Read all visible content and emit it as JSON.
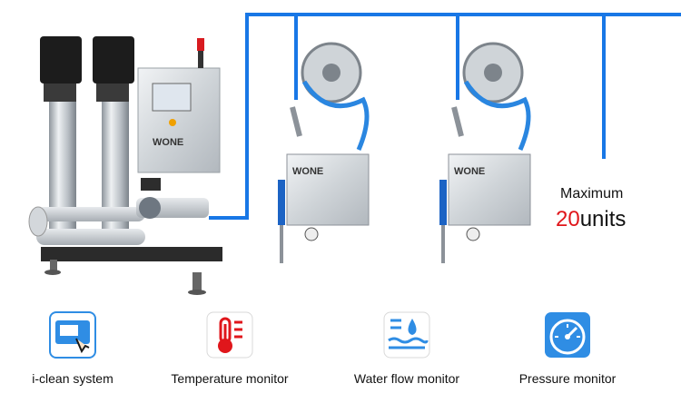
{
  "diagram": {
    "brand": "WONE",
    "max_label": "Maximum",
    "max_value": "20",
    "max_unit": "units",
    "colors": {
      "pipe": "#1877e6",
      "highlight": "#e0161b",
      "steel": "#c9ced3"
    }
  },
  "features": [
    {
      "label": "i-clean system",
      "icon": "touch-panel-icon"
    },
    {
      "label": "Temperature monitor",
      "icon": "thermometer-icon"
    },
    {
      "label": "Water flow monitor",
      "icon": "water-flow-icon"
    },
    {
      "label": "Pressure monitor",
      "icon": "pressure-gauge-icon"
    }
  ]
}
